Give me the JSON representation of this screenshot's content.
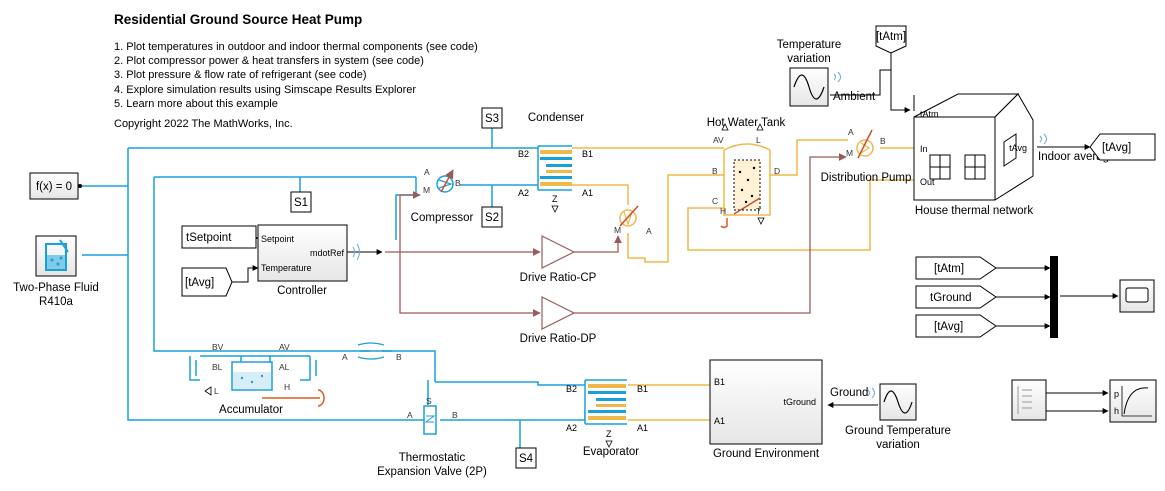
{
  "title": "Residential Ground Source Heat Pump",
  "notes": [
    "1. Plot temperatures in outdoor and indoor thermal components (see code)",
    "2. Plot compressor power & heat transfers in system (see code)",
    "3. Plot pressure & flow rate of refrigerant (see code)",
    "4. Explore simulation results using Simscape Results Explorer",
    "5. Learn more about this example"
  ],
  "copyright": "Copyright 2022 The MathWorks, Inc.",
  "colors": {
    "refrigerant": "#1aa0d8",
    "water": "#f0b84a",
    "signal": "#9c5a5a",
    "heat": "#e05a1e"
  },
  "blocks": {
    "condenser": {
      "label": "Condenser",
      "ports": [
        "B2",
        "B1",
        "A2",
        "A1",
        "Z"
      ]
    },
    "compressor": {
      "label": "Compressor",
      "ports": [
        "A",
        "B",
        "M"
      ]
    },
    "hot_water_tank": {
      "label": "Hot Water Tank",
      "ports": [
        "AV",
        "L",
        "B",
        "D",
        "C",
        "H",
        "T"
      ]
    },
    "distribution_pump": {
      "label": "Distribution Pump",
      "ports": [
        "A",
        "B",
        "M"
      ]
    },
    "house": {
      "label": "House thermal network",
      "ports": [
        "tAtm",
        "In",
        "tAvg",
        "Out"
      ]
    },
    "controller": {
      "label": "Controller",
      "ports": [
        "Setpoint",
        "Temperature",
        "mdotRef"
      ]
    },
    "drive_ratio_cp": {
      "label": "Drive Ratio-CP"
    },
    "drive_ratio_dp": {
      "label": "Drive Ratio-DP"
    },
    "fluid": {
      "label_line1": "Two-Phase Fluid",
      "label_line2": "R410a"
    },
    "solver": {
      "label": "f(x) = 0"
    },
    "accumulator": {
      "label": "Accumulator",
      "ports": [
        "BV",
        "AV",
        "BL",
        "AL",
        "L",
        "H"
      ]
    },
    "pipe": {
      "ports": [
        "A",
        "B"
      ]
    },
    "txv": {
      "label_line1": "Thermostatic",
      "label_line2": "Expansion Valve (2P)",
      "ports": [
        "A",
        "S",
        "B"
      ]
    },
    "evaporator": {
      "label": "Evaporator",
      "ports": [
        "B2",
        "B1",
        "A2",
        "A1",
        "Z"
      ]
    },
    "ground_env": {
      "label": "Ground Environment",
      "ports": [
        "B1",
        "A1",
        "tGround"
      ]
    },
    "ground_temp": {
      "label_line1": "Ground Temperature",
      "label_line2": "variation",
      "out": "Ground"
    },
    "temp_var": {
      "label_line1": "Temperature",
      "label_line2": "variation",
      "out": "Ambient"
    },
    "indoor_avg": {
      "label": "Indoor average"
    },
    "ph_plot": {
      "ports": [
        "p",
        "h"
      ]
    }
  },
  "tags": {
    "s1": "S1",
    "s2": "S2",
    "s3": "S3",
    "s4": "S4",
    "goto_tatm": "[tAtm]",
    "goto_tavg": "[tAvg]",
    "from_tsetpoint": "tSetpoint",
    "from_tavg_ctrl": "[tAvg]",
    "from_tatm": "[tAtm]",
    "from_tground": "tGround",
    "from_tavg": "[tAvg]"
  }
}
